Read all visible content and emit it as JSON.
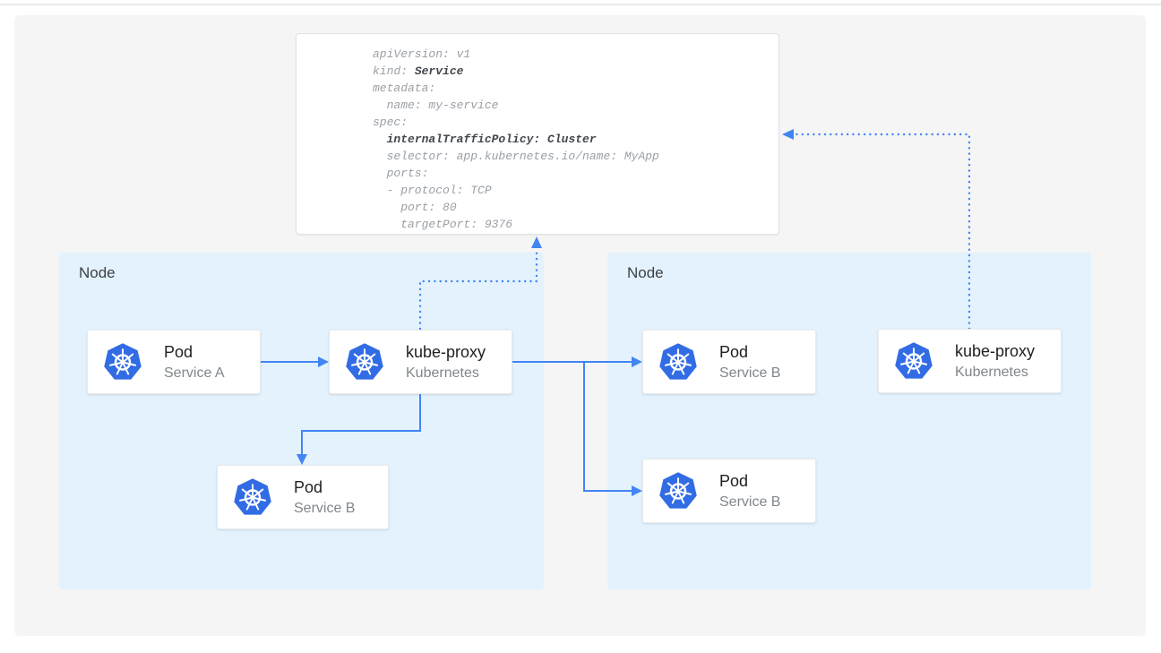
{
  "colors": {
    "arrow_blue": "#4285f4",
    "kubernetes_blue": "#326ce5",
    "node_background": "#e3f2fd",
    "panel_background": "#f5f5f6",
    "yaml_text_gray": "#9aa0a6",
    "yaml_text_bold": "#43474d"
  },
  "yaml": {
    "l1": "apiVersion: v1",
    "l2a": "kind: ",
    "l2b": "Service",
    "l3": "metadata:",
    "l4": "  name: my-service",
    "l5": "spec:",
    "l6a": "  ",
    "l6b": "internalTrafficPolicy: Cluster",
    "l7": "  selector: app.kubernetes.io/name: MyApp",
    "l8": "  ports:",
    "l9": "  - protocol: TCP",
    "l10": "    port: 80",
    "l11": "    targetPort: 9376"
  },
  "nodes": {
    "left_label": "Node",
    "right_label": "Node"
  },
  "boxes": {
    "pod_a": {
      "title": "Pod",
      "subtitle": "Service A",
      "icon": "kubernetes-logo-icon"
    },
    "kube_proxy_left": {
      "title": "kube-proxy",
      "subtitle": "Kubernetes",
      "icon": "kubernetes-logo-icon"
    },
    "pod_b_left": {
      "title": "Pod",
      "subtitle": "Service B",
      "icon": "kubernetes-logo-icon"
    },
    "pod_b_right_top": {
      "title": "Pod",
      "subtitle": "Service B",
      "icon": "kubernetes-logo-icon"
    },
    "pod_b_right_bottom": {
      "title": "Pod",
      "subtitle": "Service B",
      "icon": "kubernetes-logo-icon"
    },
    "kube_proxy_right": {
      "title": "kube-proxy",
      "subtitle": "Kubernetes",
      "icon": "kubernetes-logo-icon"
    }
  }
}
